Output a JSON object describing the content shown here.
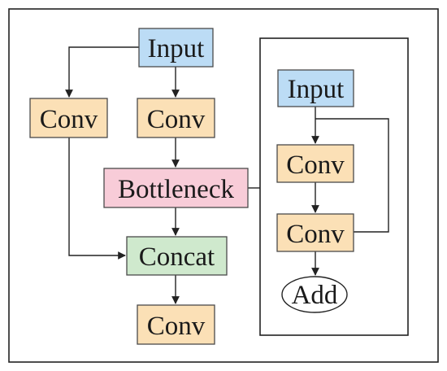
{
  "colors": {
    "input": "#bcdcf5",
    "conv": "#fbe0b6",
    "bottleneck": "#f8ccd8",
    "concat": "#cfe9cd",
    "add": "#ffffff",
    "line": "#222222"
  },
  "main_flow": {
    "input_label": "Input",
    "conv_left_label": "Conv",
    "conv_mid_label": "Conv",
    "bottleneck_label": "Bottleneck",
    "concat_label": "Concat",
    "conv_bottom_label": "Conv"
  },
  "bottleneck_detail": {
    "input_label": "Input",
    "conv1_label": "Conv",
    "conv2_label": "Conv",
    "add_label": "Add"
  }
}
